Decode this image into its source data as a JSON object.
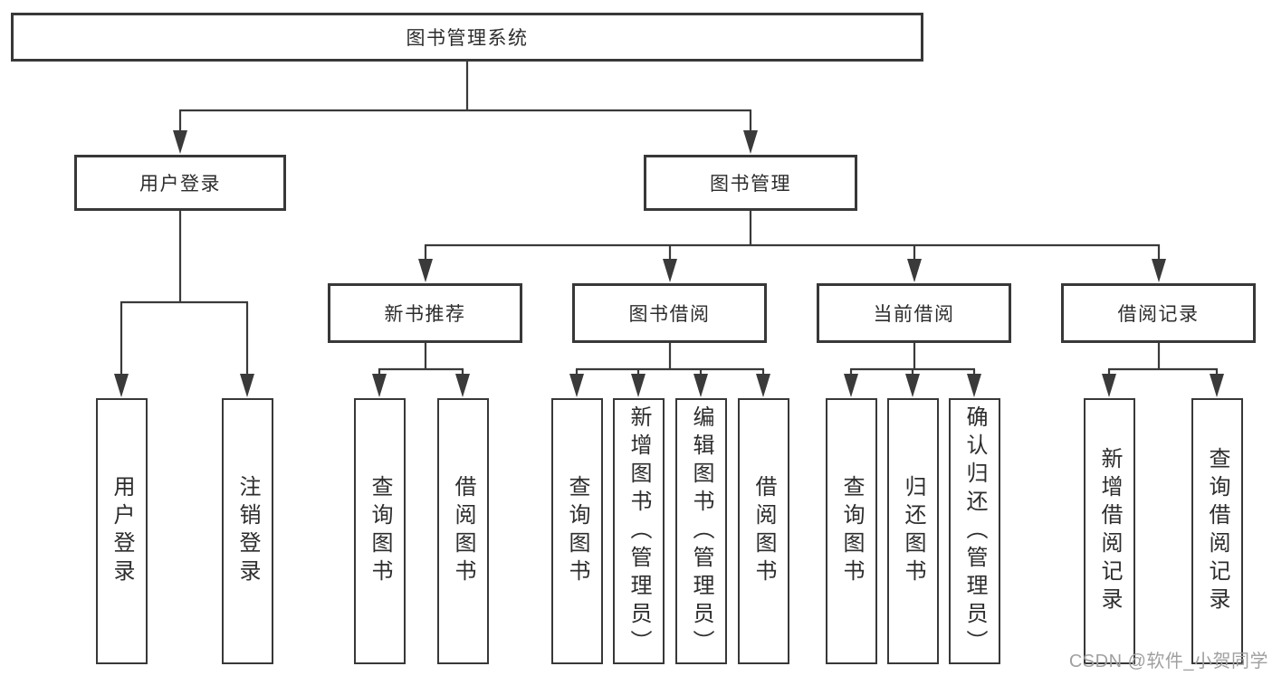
{
  "diagram": {
    "root": {
      "label": "图书管理系统"
    },
    "branches": [
      {
        "label": "用户登录",
        "children": [
          "用户登录",
          "注销登录"
        ]
      },
      {
        "label": "图书管理",
        "groups": [
          {
            "label": "新书推荐",
            "children": [
              "查询图书",
              "借阅图书"
            ]
          },
          {
            "label": "图书借阅",
            "children": [
              "查询图书",
              "新增图书（管理员）",
              "编辑图书（管理员）",
              "借阅图书"
            ]
          },
          {
            "label": "当前借阅",
            "children": [
              "查询图书",
              "归还图书",
              "确认归还（管理员）"
            ]
          },
          {
            "label": "借阅记录",
            "children": [
              "新增借阅记录",
              "查询借阅记录"
            ]
          }
        ]
      }
    ]
  },
  "watermark": {
    "text": "CSDN @软件_小贺同学"
  },
  "colors": {
    "line": "#3a3a3a",
    "box_border": "#383838",
    "text": "#2d2d2d",
    "watermark": "#a0a0a0",
    "background": "#ffffff"
  }
}
